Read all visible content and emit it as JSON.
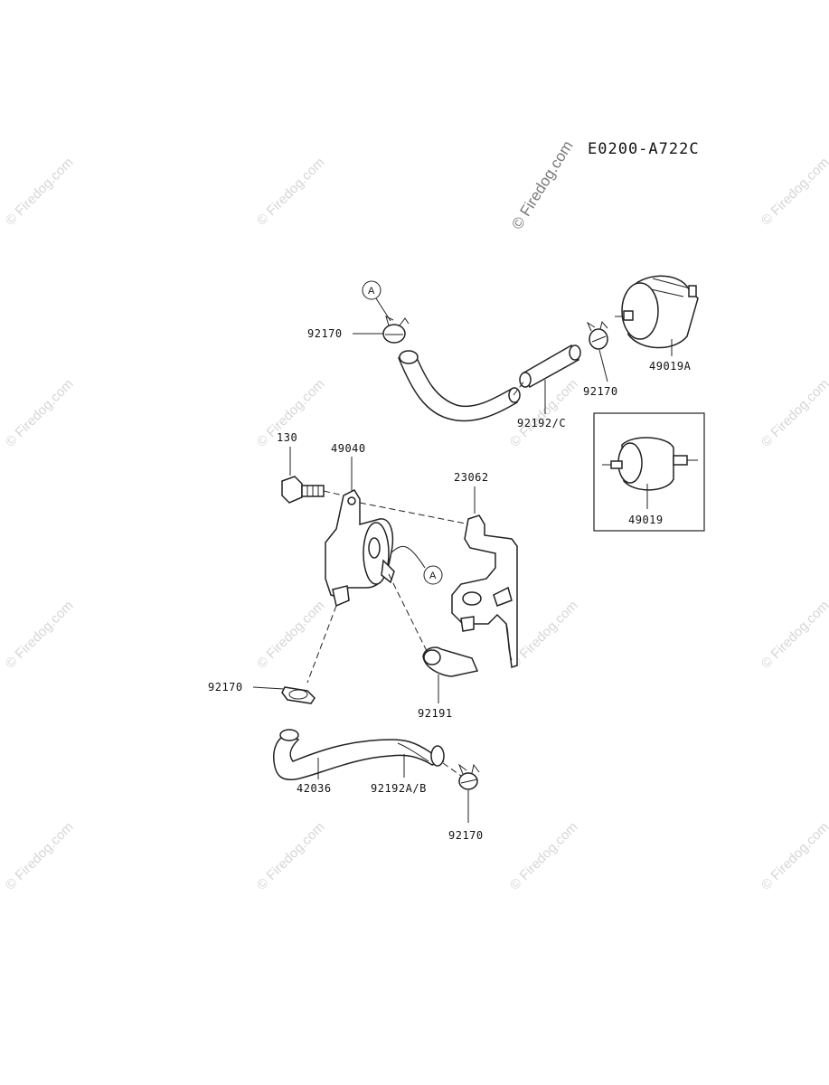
{
  "diagram_code": "E0200-A722C",
  "watermark": "© Firedog.com",
  "callout_letter": "A",
  "part_labels": {
    "clamp_top": "92170",
    "filter_a": "49019A",
    "clamp_filter": "92170",
    "hose_top": "92192/C",
    "filter_box": "49019",
    "bolt": "130",
    "pump": "49040",
    "bracket": "23062",
    "clamp_mid": "92170",
    "tube": "92191",
    "hose_bottom_left": "42036",
    "hose_bottom": "92192A/B",
    "clamp_bottom": "92170"
  }
}
